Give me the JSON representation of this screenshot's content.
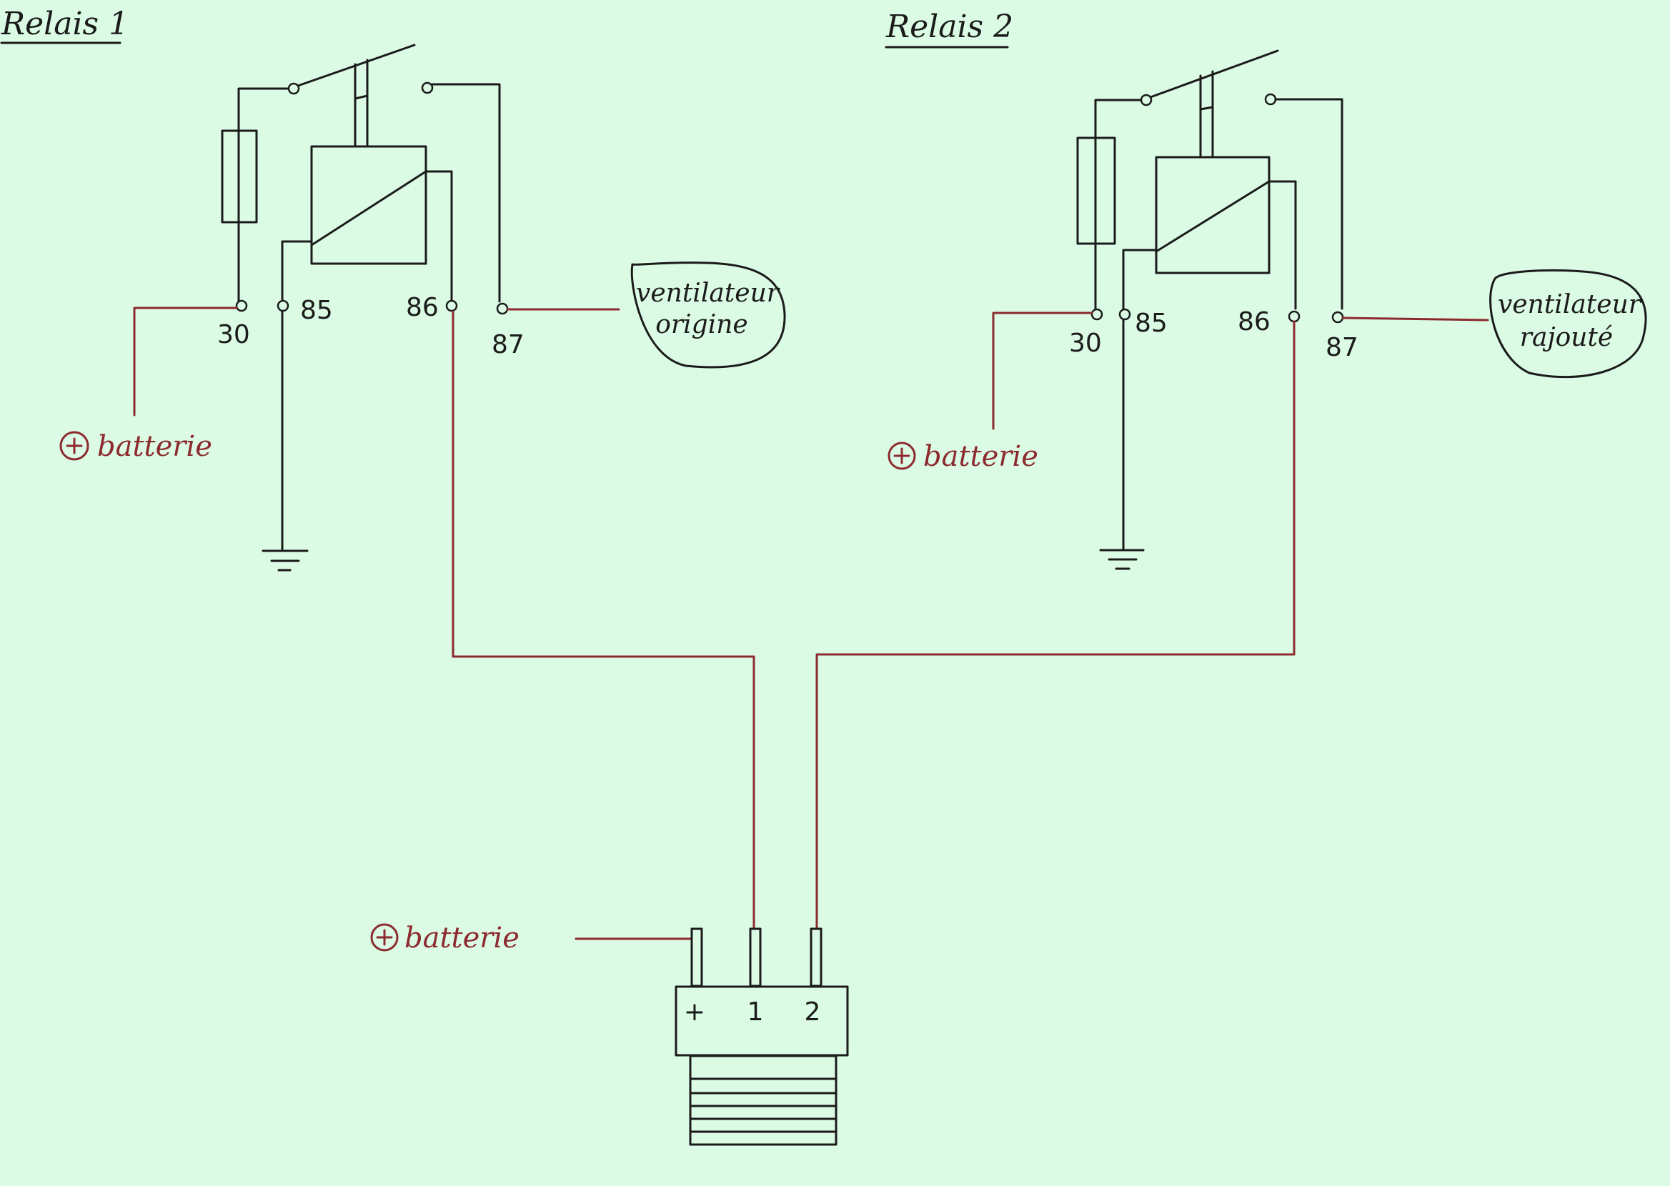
{
  "diagram": {
    "relay1": {
      "title": "Relais 1",
      "pins": {
        "p30": "30",
        "p85": "85",
        "p86": "86",
        "p87": "87"
      },
      "fan_label_line1": "ventilateur",
      "fan_label_line2": "origine",
      "battery_label": "batterie"
    },
    "relay2": {
      "title": "Relais 2",
      "pins": {
        "p30": "30",
        "p85": "85",
        "p86": "86",
        "p87": "87"
      },
      "fan_label_line1": "ventilateur",
      "fan_label_line2": "rajouté",
      "battery_label": "batterie"
    },
    "switch": {
      "battery_label": "batterie",
      "terminals": {
        "plus": "+",
        "t1": "1",
        "t2": "2"
      }
    },
    "colors": {
      "ink": "#1b1b1b",
      "wire_red": "#8c2a2f",
      "paper": "#dbfbe4"
    }
  }
}
